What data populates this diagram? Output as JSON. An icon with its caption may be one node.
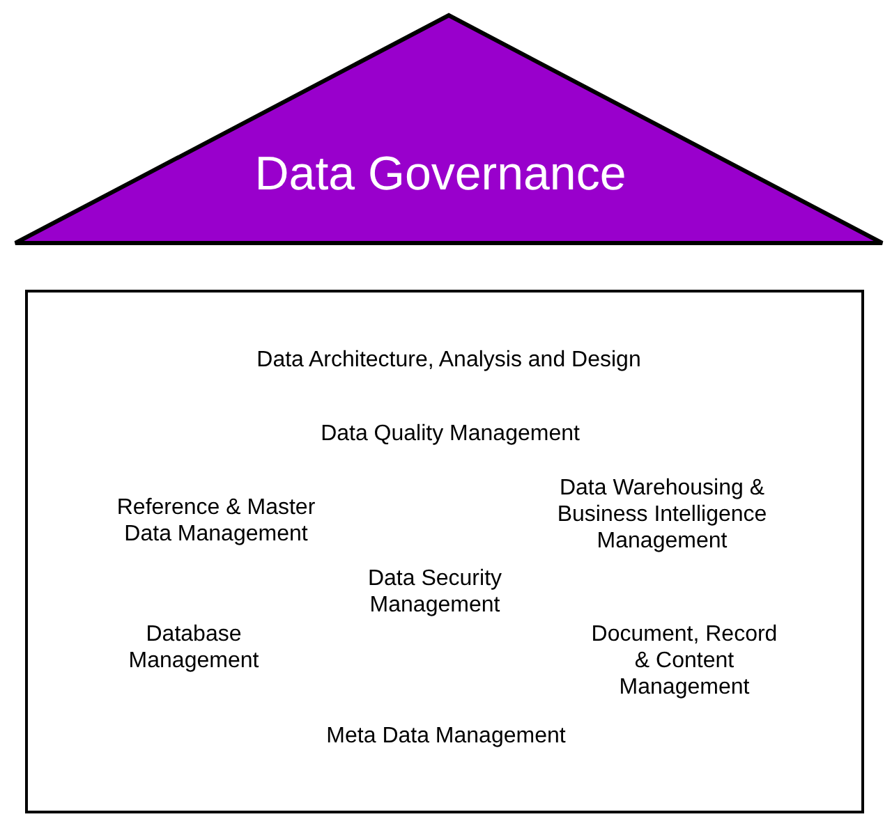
{
  "diagram": {
    "nodes": [
      {
        "text": [
          "Data Governance"
        ]
      },
      {
        "text": [
          "Data Architecture, Analysis and Design",
          "Data Quality Management",
          "Reference & Master Data Management",
          "Data Warehousing & Business Intelligence Management",
          "Data Security Management",
          "Database Management",
          "Document, Record & Content Management",
          "Meta Data Management"
        ]
      }
    ]
  }
}
